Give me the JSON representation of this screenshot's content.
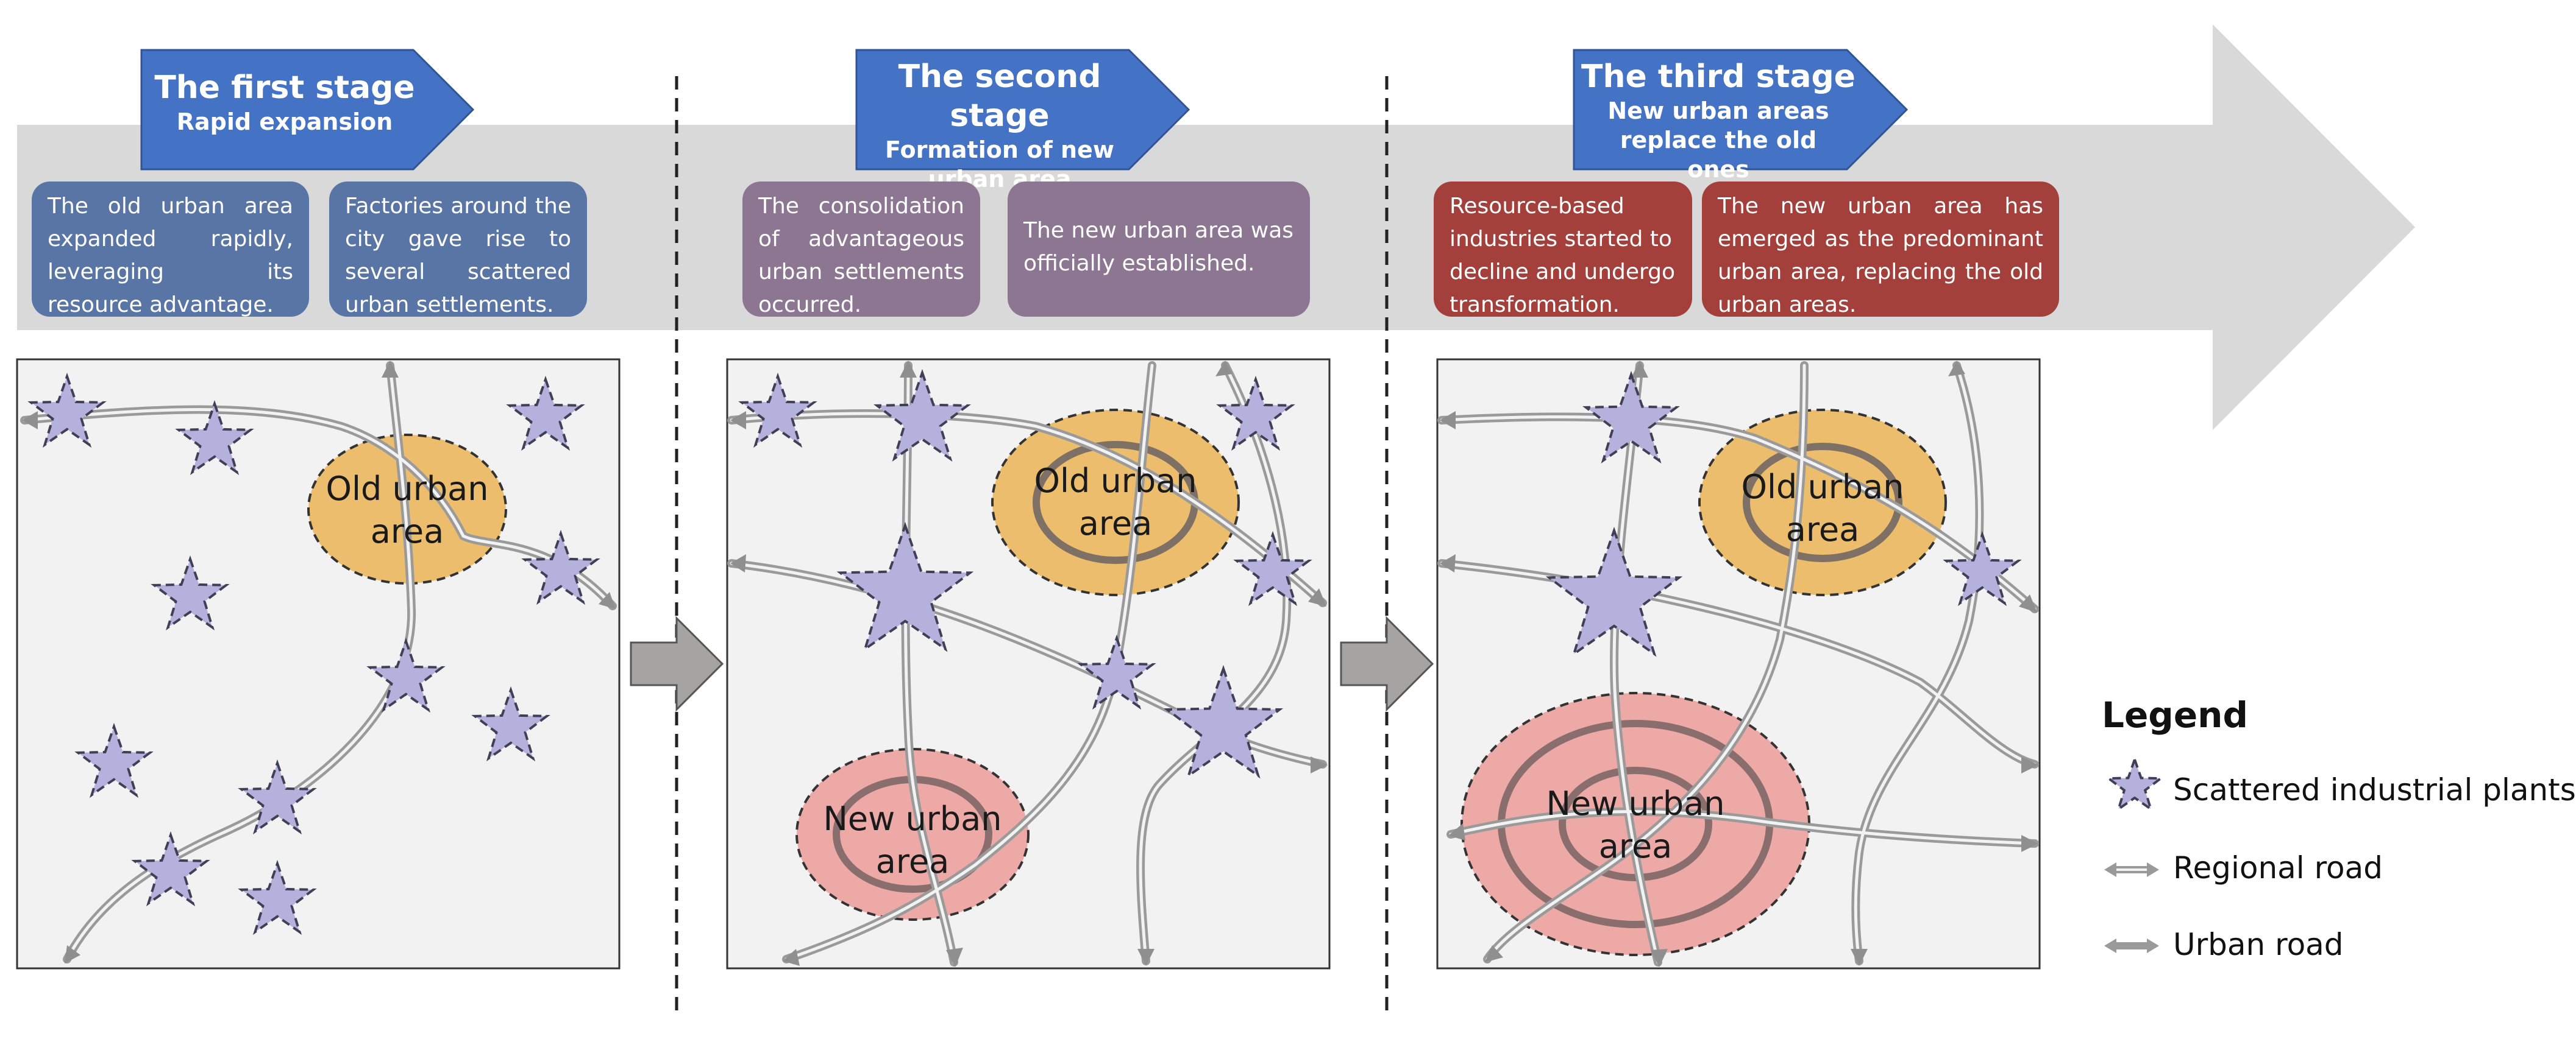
{
  "stages": [
    {
      "title": "The first stage",
      "subtitle": "Rapid expansion",
      "desc_left": "The old urban area expanded rapidly, leveraging its resource advantage.",
      "desc_right": "Factories around the city gave rise to several scattered urban settlements."
    },
    {
      "title": "The second stage",
      "subtitle": "Formation of new urban area",
      "desc_left": "The consolidation of advantageous urban settlements occurred.",
      "desc_right": "The new urban area was officially established."
    },
    {
      "title": "The third stage",
      "subtitle": "New urban areas replace the old ones",
      "desc_left": "Resource-based industries started to decline and undergo transformation.",
      "desc_right": "The new urban area has emerged as the predominant urban area, replacing the old urban areas."
    }
  ],
  "maps": {
    "old_label": "Old urban area",
    "new_label": "New urban area"
  },
  "legend": {
    "title": "Legend",
    "star": "Scattered industrial plants",
    "regional": "Regional road",
    "urban": "Urban road"
  },
  "colors": {
    "stage_arrow": "#4472c4",
    "timeline": "#d9d9d9",
    "desc_stage1": "#5975a5",
    "desc_stage2": "#8c7691",
    "desc_stage3": "#a3403b",
    "old_area": "#ebbd6c",
    "new_area": "#eca9a6",
    "star_fill": "#b4b1dc",
    "map_bg": "#f2f2f2"
  }
}
